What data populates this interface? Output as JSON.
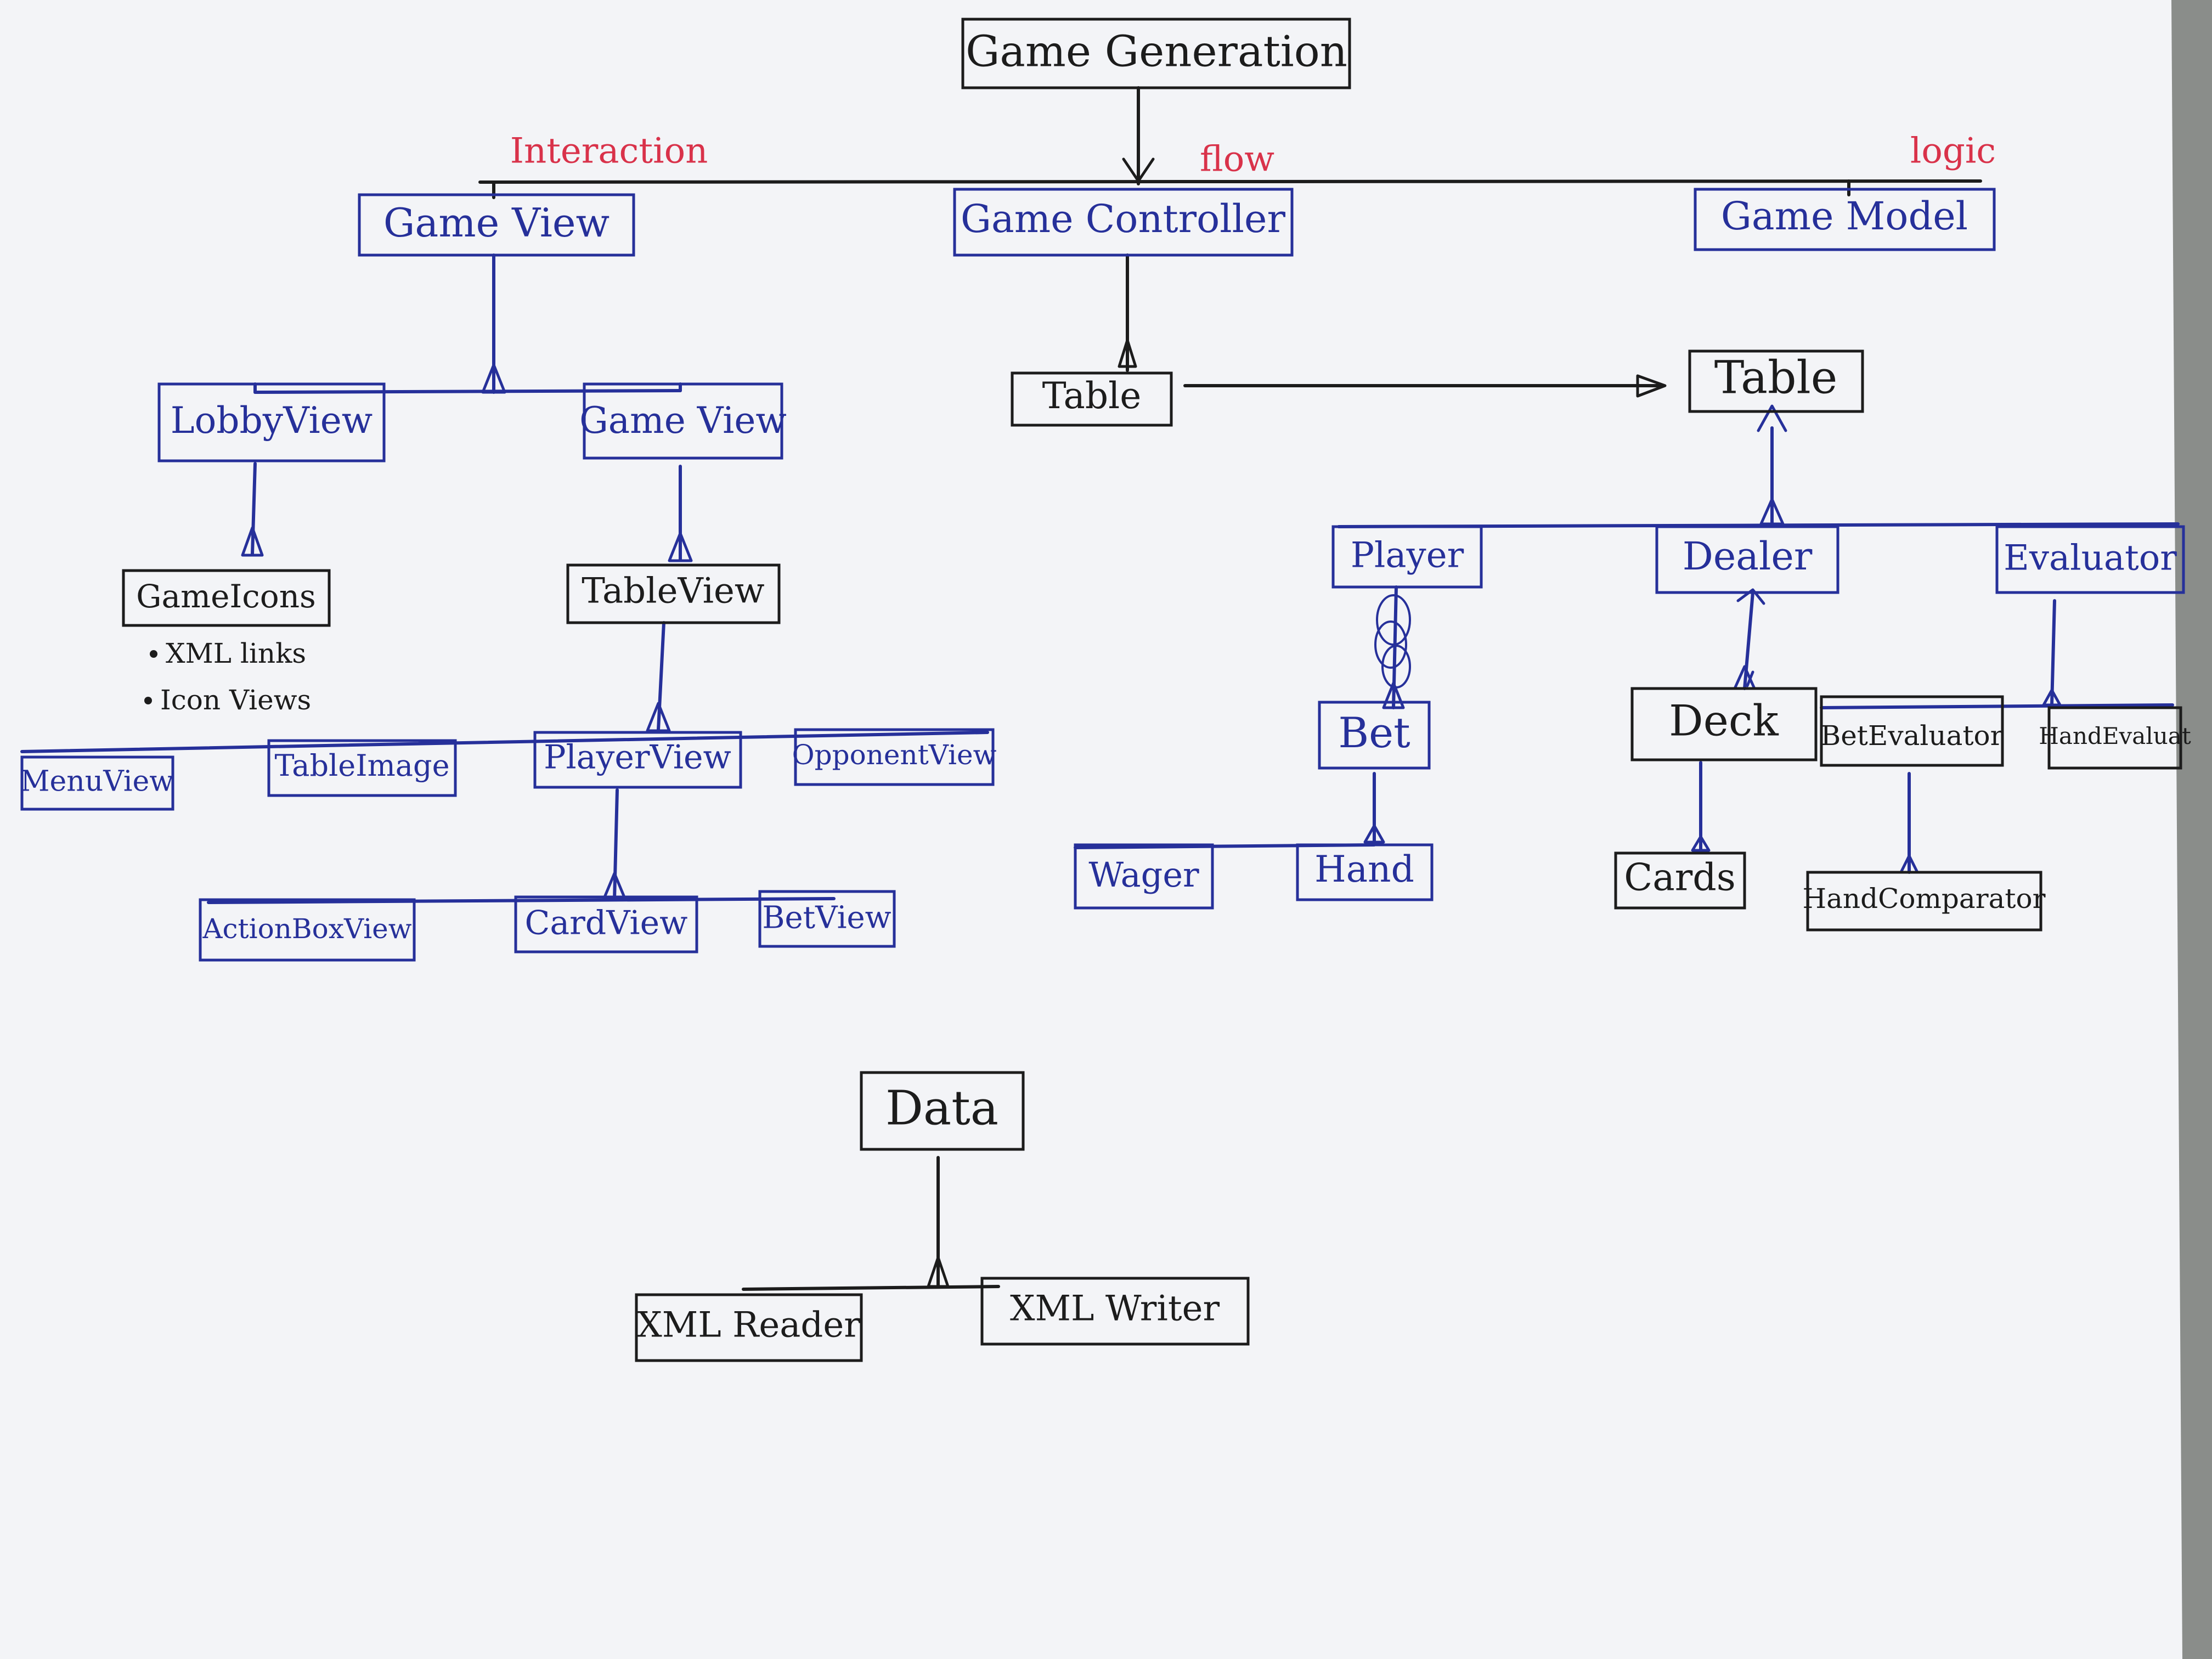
{
  "colors": {
    "black_ink": "#1c1c1c",
    "blue_ink": "#26309a",
    "red_ink": "#d9324a",
    "paper": "#f3f4f7",
    "background": "#8a8d8a"
  },
  "title": "Game Generation",
  "labels": {
    "interaction": "Interaction",
    "flow": "flow",
    "logic": "logic"
  },
  "boxes": {
    "game_view_top": "Game View",
    "game_controller": "Game Controller",
    "game_model": "Game Model",
    "lobby_view": "LobbyView",
    "game_view_sub": "Game View",
    "table_controller": "Table",
    "table_model": "Table",
    "game_icons": "GameIcons",
    "table_view": "TableView",
    "player": "Player",
    "dealer": "Dealer",
    "evaluator": "Evaluator",
    "menu_view": "MenuView",
    "table_image": "TableImage",
    "player_view": "PlayerView",
    "opponent_view": "OpponentView",
    "bet": "Bet",
    "deck": "Deck",
    "bet_evaluator": "BetEvaluator",
    "hand_evaluator": "HandEvaluat",
    "action_box_view": "ActionBoxView",
    "card_view": "CardView",
    "bet_view": "BetView",
    "wager": "Wager",
    "hand": "Hand",
    "cards": "Cards",
    "hand_comparator": "HandComparator",
    "data": "Data",
    "xml_reader": "XML Reader",
    "xml_writer": "XML Writer"
  },
  "notes": {
    "xml_links": "XML links",
    "icon_views": "Icon Views"
  }
}
